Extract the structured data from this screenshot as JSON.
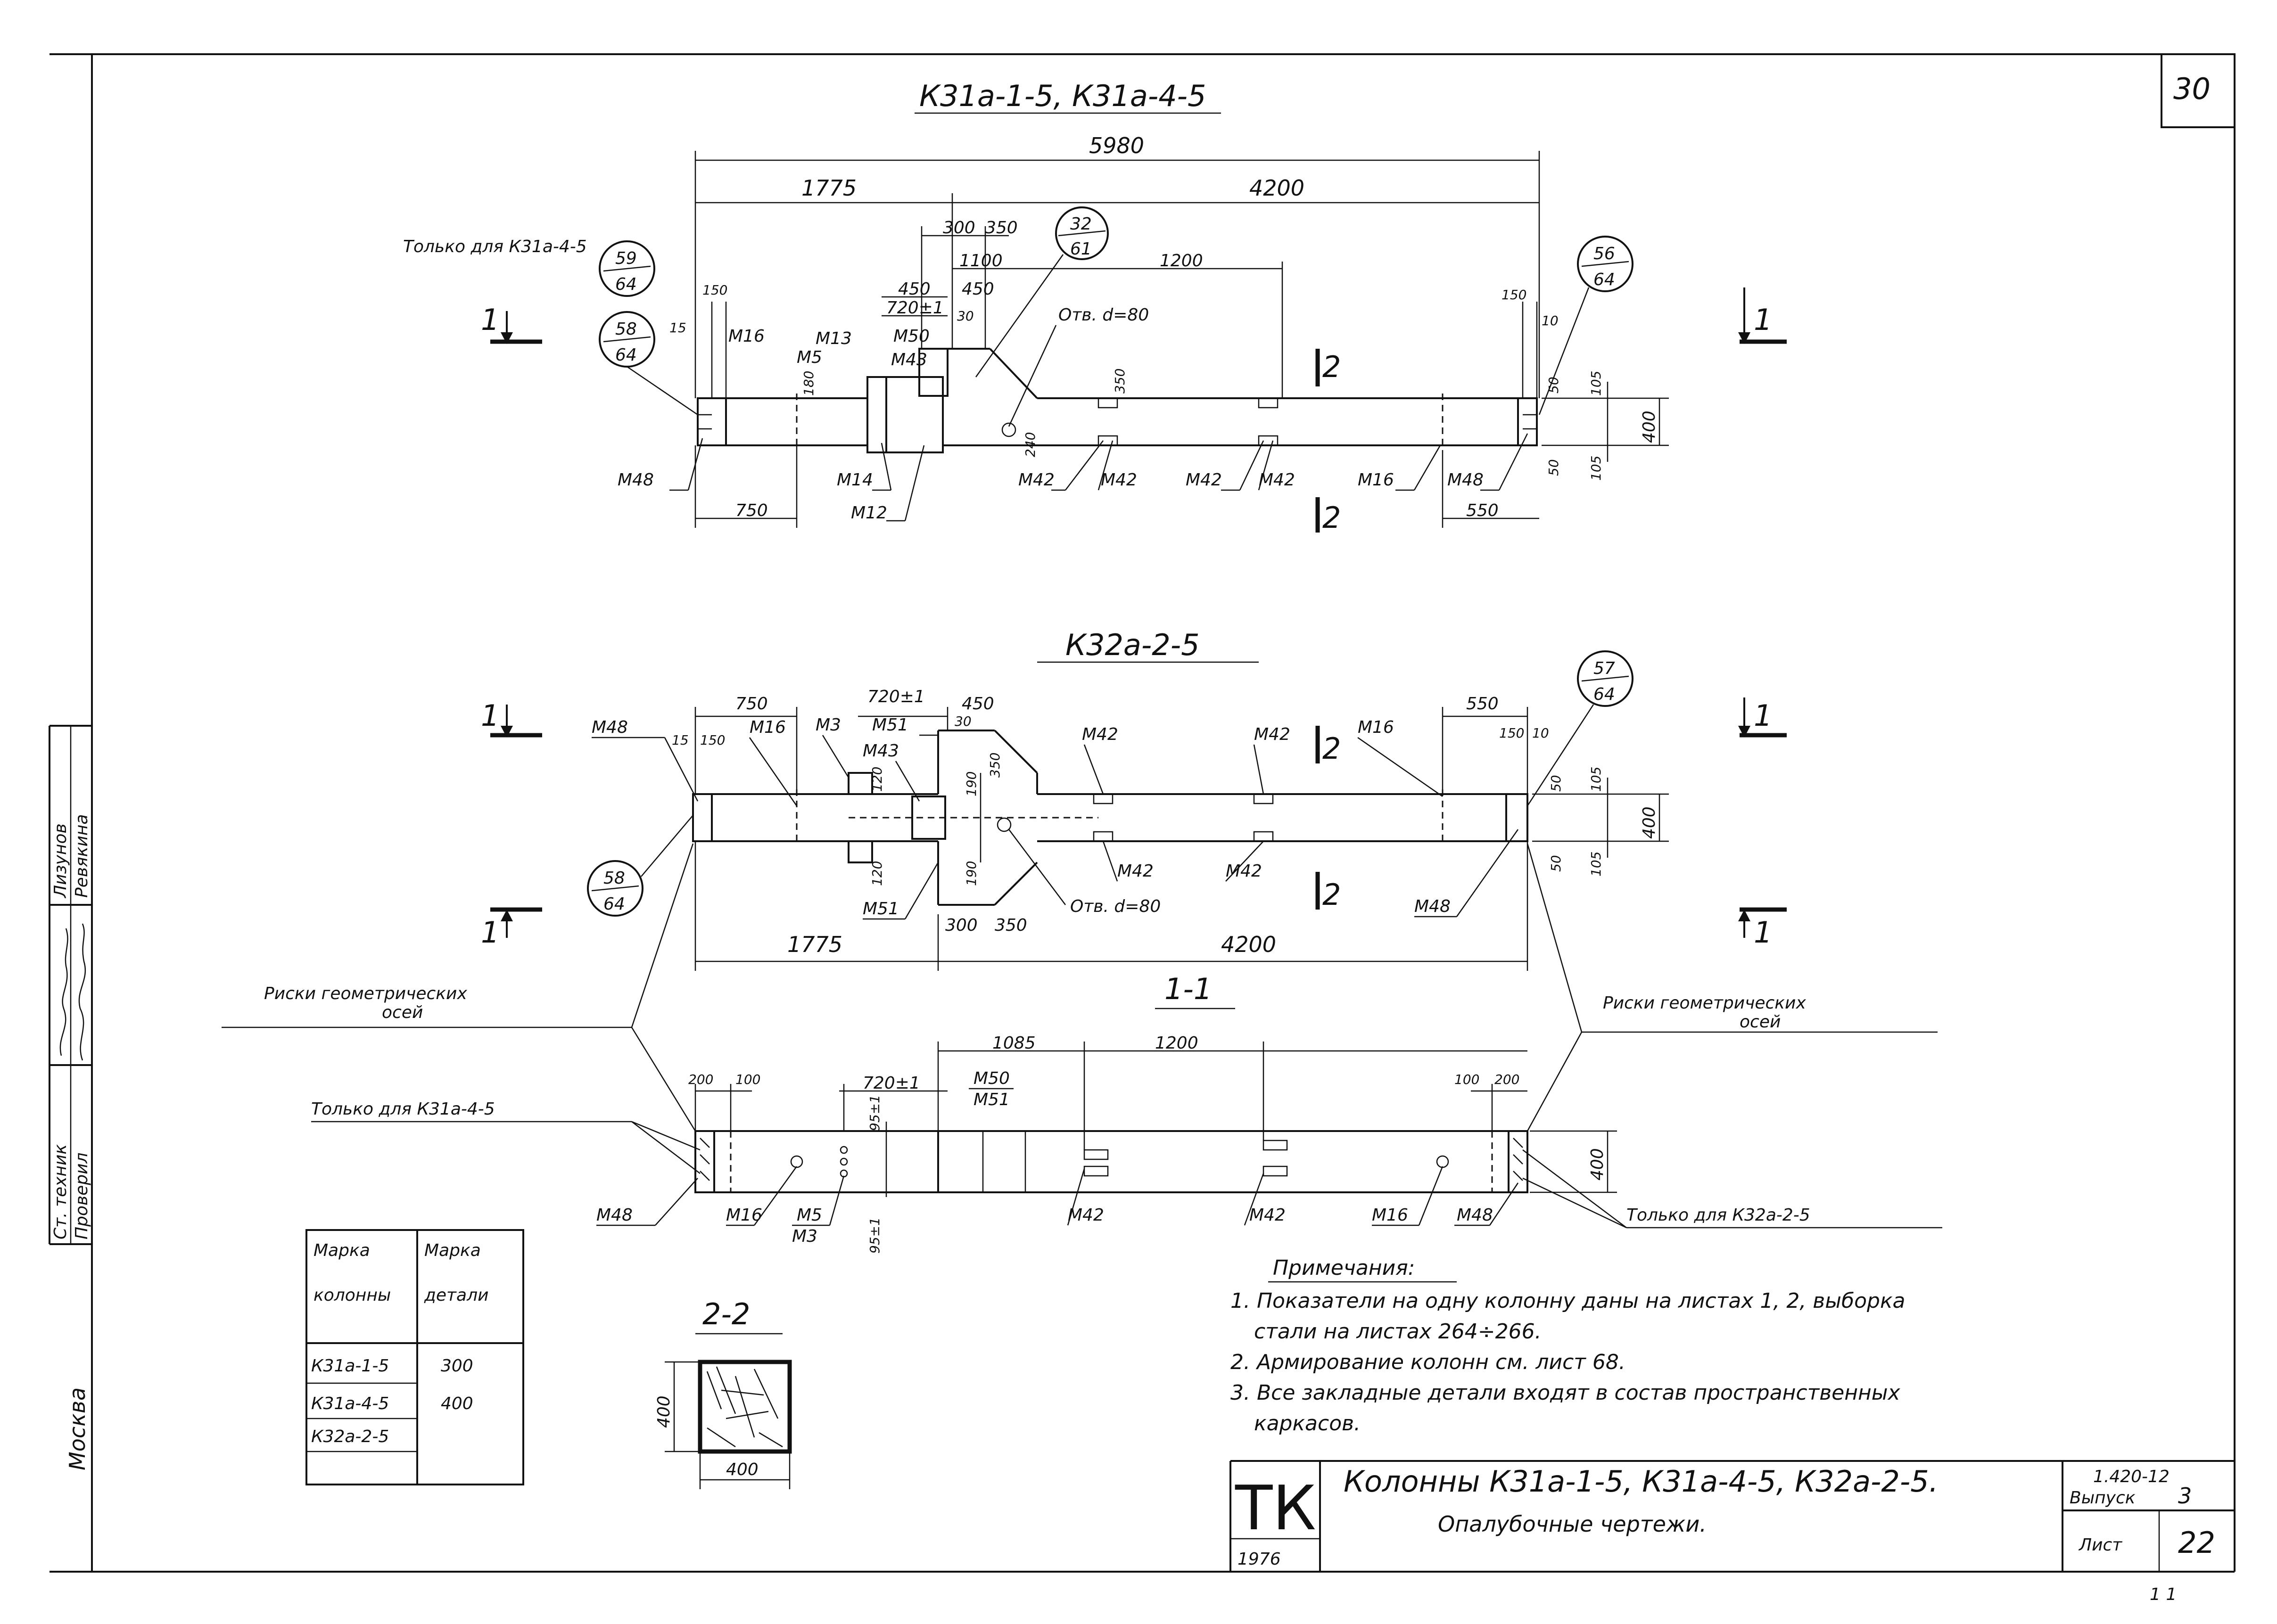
{
  "sheet_number": "30",
  "views": {
    "top": {
      "title": "К31а-1-5, К31а-4-5",
      "only_for_label": "Только для К31а-4-5",
      "dims": {
        "total": "5980",
        "left": "1775",
        "right": "4200",
        "d300": "300",
        "d350": "350",
        "d1100": "1100",
        "d1200": "1200",
        "d450a": "450",
        "d450b": "450",
        "d720": "720±1",
        "d30": "30",
        "d150l": "150",
        "d15": "15",
        "d750": "750",
        "d150r": "150",
        "d10": "10",
        "d550": "550",
        "d105a": "105",
        "d105b": "105",
        "d50a": "50",
        "d50b": "50",
        "d400": "400",
        "d180": "180",
        "d350v": "350",
        "d240": "240"
      },
      "callouts": [
        {
          "top": "59",
          "bottom": "64"
        },
        {
          "top": "58",
          "bottom": "64"
        },
        {
          "top": "32",
          "bottom": "61"
        },
        {
          "top": "56",
          "bottom": "64"
        }
      ],
      "hole_label": "Отв. d=80",
      "marks": {
        "m16a": "М16",
        "m13": "М13",
        "m5": "М5",
        "m50": "М50",
        "m43": "М43",
        "m48a": "М48",
        "m14": "М14",
        "m12": "М12",
        "m42a": "М42",
        "m42b": "М42",
        "m42c": "М42",
        "m42d": "М42",
        "m16b": "М16",
        "m48b": "М48"
      }
    },
    "middle": {
      "title": "К32а-2-5",
      "dims": {
        "d750": "750",
        "d720": "720±1",
        "d450": "450",
        "d30": "30",
        "d550": "550",
        "d15": "15",
        "d150": "150",
        "d150r": "150",
        "d10": "10",
        "d350": "350",
        "d190a": "190",
        "d190b": "190",
        "d120a": "120",
        "d120b": "120",
        "d300": "300",
        "d350b": "350",
        "d1775": "1775",
        "d4200": "4200",
        "d50a": "50",
        "d50b": "50",
        "d105a": "105",
        "d105b": "105",
        "d400": "400"
      },
      "callouts": [
        {
          "top": "57",
          "bottom": "64"
        },
        {
          "top": "58",
          "bottom": "64"
        }
      ],
      "hole_label": "Отв. d=80",
      "marks": {
        "m48a": "М48",
        "m16a": "М16",
        "m3": "М3",
        "m51a": "М51",
        "m43": "М43",
        "m42a": "М42",
        "m42b": "М42",
        "m16b": "М16",
        "m51b": "М51",
        "m42c": "М42",
        "m42d": "М42",
        "m48b": "М48"
      }
    },
    "section_1_1": {
      "title": "1-1",
      "axes_label_left_1": "Риски геометрических",
      "axes_label_left_2": "осей",
      "axes_label_right_1": "Риски геометрических",
      "axes_label_right_2": "осей",
      "only_for_left": "Только для К31а-4-5",
      "only_for_right": "Только для К32а-2-5",
      "dims": {
        "d200": "200",
        "d100": "100",
        "d720": "720±1",
        "d1085": "1085",
        "d1200": "1200",
        "d100r": "100",
        "d200r": "200",
        "d95a": "95±1",
        "d95b": "95±1",
        "d400": "400"
      },
      "marks": {
        "m50": "М50",
        "m51": "М51",
        "m48a": "М48",
        "m16a": "М16",
        "m5": "М5",
        "m3": "М3",
        "m42a": "М42",
        "m42b": "М42",
        "m16b": "М16",
        "m48b": "М48"
      }
    },
    "section_2_2": {
      "title": "2-2",
      "dim_h": "400",
      "dim_v": "400"
    },
    "cut_marks": {
      "one": "1",
      "two": "2"
    }
  },
  "table": {
    "headers": [
      [
        "Марка",
        "колонны"
      ],
      [
        "Марка",
        "детали"
      ]
    ],
    "rows": [
      {
        "col": "К31а-1-5",
        "det": "300"
      },
      {
        "col": "К31а-4-5",
        "det": "400"
      },
      {
        "col": "К32а-2-5",
        "det": ""
      }
    ]
  },
  "notes": {
    "heading": "Примечания:",
    "items": [
      "1. Показатели на одну колонну даны на листах 1, 2, выборка",
      "стали на листах 264÷266.",
      "2. Армирование колонн см. лист 68.",
      "3. Все закладные детали входят в состав пространственных",
      "каркасов."
    ]
  },
  "title_block": {
    "logo": "ТК",
    "year": "1976",
    "line1": "Колонны К31а-1-5, К31а-4-5, К32а-2-5.",
    "line2": "Опалубочные чертежи.",
    "series": "1.420-12",
    "issue_label": "Выпуск",
    "issue": "3",
    "sheet_label": "Лист",
    "sheet": "22",
    "bottom_stamp": "1 1"
  },
  "side_stamp": {
    "roles": [
      "Ст. техник",
      "Проверил"
    ],
    "names": [
      "Лизунов",
      "Ревякина"
    ],
    "city": "Москва"
  }
}
